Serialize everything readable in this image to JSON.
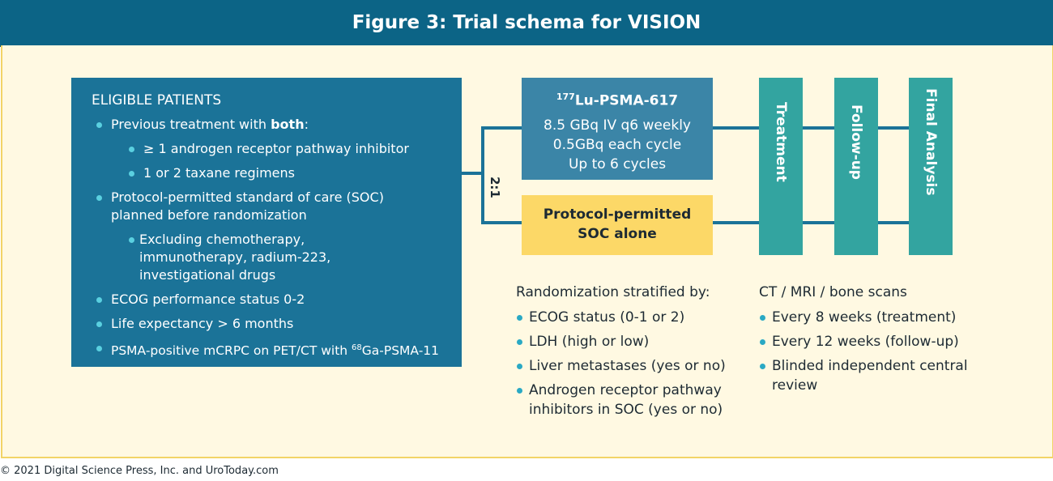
{
  "header": {
    "title": "Figure 3: Trial schema for VISION"
  },
  "eligibility": {
    "title": "ELIGIBLE PATIENTS",
    "item1_prefix": "Previous treatment with ",
    "item1_bold": "both",
    "item1_suffix": ":",
    "sub1": [
      "≥ 1 androgen receptor pathway inhibitor",
      "1 or 2 taxane regimens"
    ],
    "item2": "Protocol-permitted standard of care (SOC) planned before randomization",
    "sub2": "Excluding chemotherapy, immunotherapy, radium-223, investigational drugs",
    "item3": "ECOG performance status 0-2",
    "item4": "Life expectancy > 6 months",
    "item5_prefix": "PSMA-positive mCRPC on PET/CT with ",
    "item5_sup": "68",
    "item5_suffix": "Ga-PSMA-11"
  },
  "randomization": {
    "ratio": "2:1"
  },
  "arm_lu": {
    "title_sup": "177",
    "title": "Lu-PSMA-617",
    "lines": [
      "8.5 GBq IV q6 weekly",
      "0.5GBq each cycle",
      "Up to 6 cycles"
    ]
  },
  "arm_soc": {
    "lines": [
      "Protocol-permitted",
      "SOC alone"
    ]
  },
  "phases": [
    "Treatment",
    "Follow-up",
    "Final Analysis"
  ],
  "stratification": {
    "title": "Randomization stratified by:",
    "items": [
      "ECOG status (0-1 or 2)",
      "LDH (high or low)",
      "Liver metastases (yes or no)",
      "Androgen receptor pathway inhibitors in SOC (yes or no)"
    ]
  },
  "scans": {
    "title": "CT / MRI / bone scans",
    "items": [
      "Every 8 weeks (treatment)",
      "Every 12 weeks (follow-up)",
      "Blinded independent central review"
    ]
  },
  "colors": {
    "header": "#0c6486",
    "panel_bg": "#fff9e2",
    "panel_border": "#f2d467",
    "eligibility_box": "#1b7398",
    "lu_box": "#3b85a7",
    "soc_box": "#fcd867",
    "phase_box": "#33a4a0",
    "bullet": "#5ad0e0"
  },
  "footer": {
    "copyright": "© 2021 Digital Science Press, Inc. and UroToday.com"
  }
}
